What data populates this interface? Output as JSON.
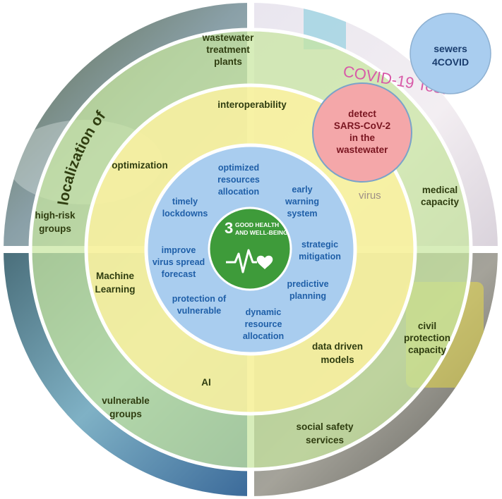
{
  "badge": {
    "line1": "sewers",
    "line2": "4COVID"
  },
  "detect": {
    "line1": "detect",
    "line2": "SARS-CoV-2",
    "line3": "in the",
    "line4": "wastewater"
  },
  "arc_label": "localization of",
  "photo_text": {
    "covid_test": "COVID-19 Test",
    "virus": "virus"
  },
  "sdg": {
    "number": "3",
    "line1": "GOOD HEALTH",
    "line2": "AND WELL-BEING"
  },
  "outer_ring": {
    "wastewater": [
      "wastewater",
      "treatment",
      "plants"
    ],
    "medical": [
      "medical",
      "capacity"
    ],
    "civil": [
      "civil",
      "protection",
      "capacity"
    ],
    "social": [
      "social safety",
      "services"
    ],
    "vulnerable_groups": [
      "vulnerable",
      "groups"
    ],
    "high_risk": [
      "high-risk",
      "groups"
    ]
  },
  "middle_ring": {
    "interoperability": "interoperability",
    "optimization": "optimization",
    "machine_learning": [
      "Machine",
      "Learning"
    ],
    "ai": "AI",
    "data_driven": [
      "data driven",
      "models"
    ]
  },
  "inner_ring": {
    "optimized": [
      "optimized",
      "resources",
      "allocation"
    ],
    "early_warning": [
      "early",
      "warning",
      "system"
    ],
    "strategic": [
      "strategic",
      "mitigation"
    ],
    "predictive": [
      "predictive",
      "planning"
    ],
    "dynamic": [
      "dynamic",
      "resource",
      "allocation"
    ],
    "protection": [
      "protection of",
      "vulnerable"
    ],
    "improve": [
      "improve",
      "virus spread",
      "forecast"
    ],
    "timely": [
      "timely",
      "lockdowns"
    ]
  },
  "colors": {
    "outer_ring": "#c8e6a0",
    "middle_ring": "#fff2a0",
    "inner_disk": "#a9cdef",
    "center": "#3e9b3a",
    "badge": "#a9cdef",
    "detect": "#f4a7a9",
    "outer_text": "#2f3d10",
    "inner_text": "#1f5fa8"
  }
}
